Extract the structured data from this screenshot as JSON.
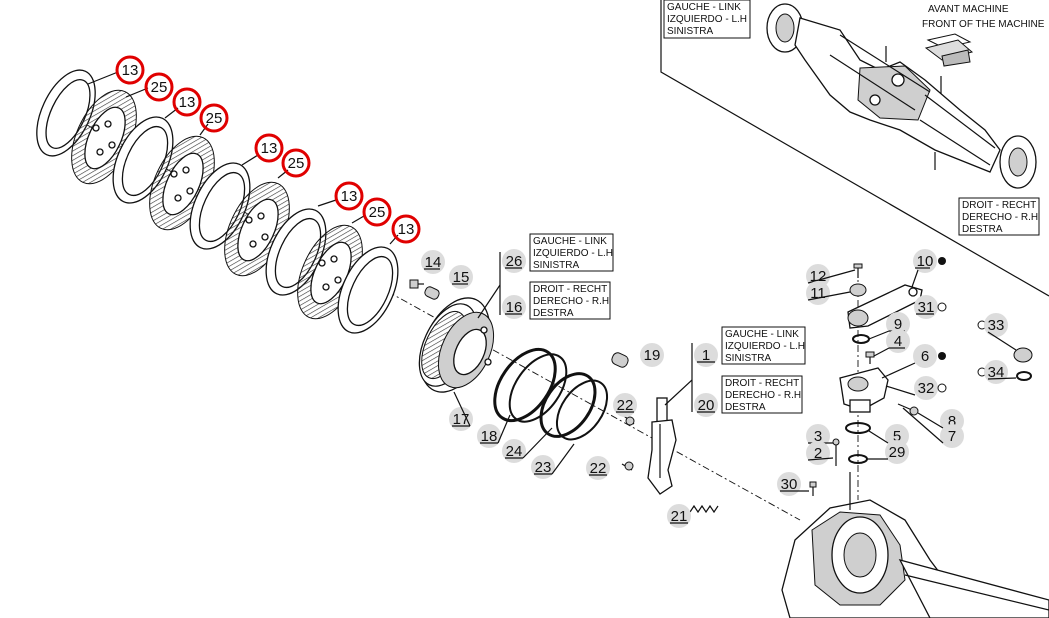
{
  "legend_boxes": {
    "left_top": [
      "GAUCHE - LINK",
      "IZQUIERDO - L.H",
      "SINISTRA"
    ],
    "front_machine": [
      "AVANT MACHINE",
      "FRONT OF THE MACHINE"
    ],
    "right_top": [
      "DROIT - RECHT",
      "DERECHO - R.H",
      "DESTRA"
    ],
    "cover_left": [
      "GAUCHE - LINK",
      "IZQUIERDO - L.H",
      "SINISTRA"
    ],
    "cover_right": [
      "DROIT - RECHT",
      "DERECHO - R.H",
      "DESTRA"
    ],
    "lever_left": [
      "GAUCHE - LINK",
      "IZQUIERDO - L.H",
      "SINISTRA"
    ],
    "lever_right": [
      "DROIT - RECHT",
      "DERECHO - R.H",
      "DESTRA"
    ]
  },
  "part_numbers": {
    "p13": "13",
    "p25": "25",
    "p14": "14",
    "p15": "15",
    "p26": "26",
    "p16": "16",
    "p17": "17",
    "p18": "18",
    "p24": "24",
    "p23": "23",
    "p19": "19",
    "p1": "1",
    "p20": "20",
    "p22": "22",
    "p21": "21",
    "p12": "12",
    "p11": "11",
    "p10": "10",
    "p31": "31",
    "p9": "9",
    "p4": "4",
    "p6": "6",
    "p32": "32",
    "p33": "33",
    "p34": "34",
    "p8": "8",
    "p7": "7",
    "p3": "3",
    "p2": "2",
    "p5": "5",
    "p29": "29",
    "p30": "30"
  },
  "colors": {
    "highlight_ring": "#e00000",
    "label_bg": "#dcdcdc",
    "line": "#111111"
  }
}
